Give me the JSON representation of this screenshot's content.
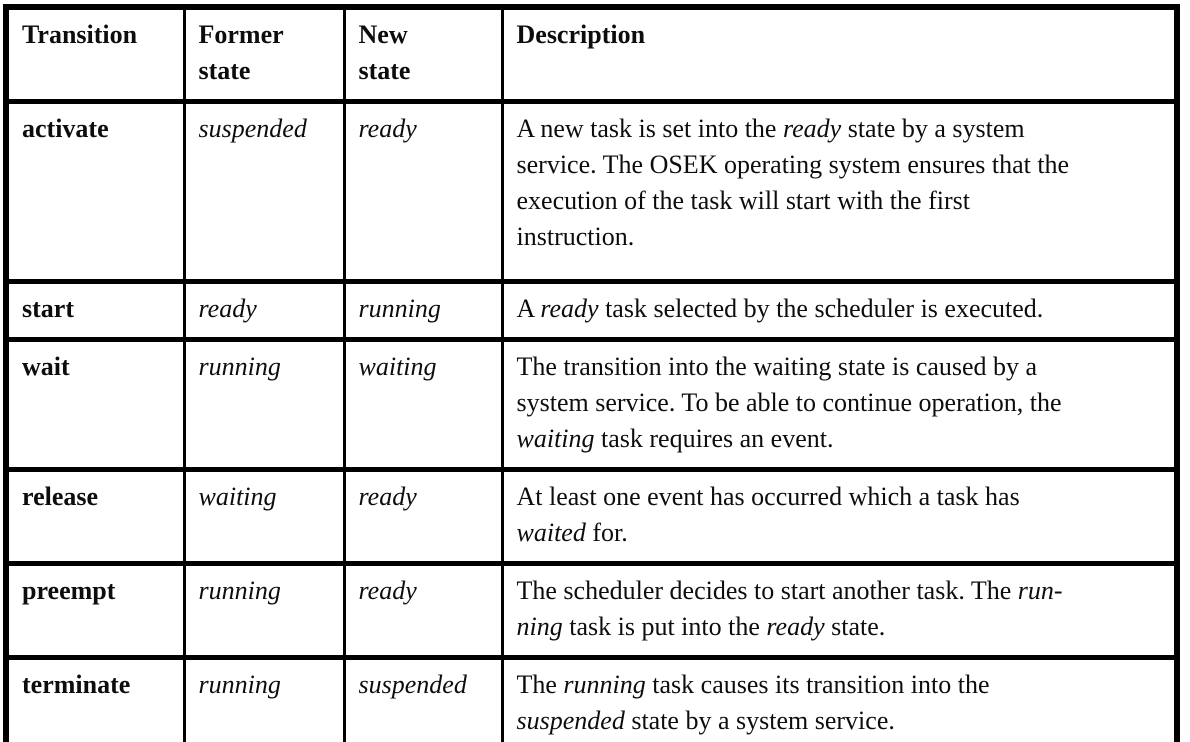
{
  "table": {
    "headers": [
      "Transition",
      "Former\nstate",
      "New\nstate",
      "Description"
    ],
    "rows": [
      {
        "transition": "activate",
        "former_state": "suspended",
        "new_state": "ready",
        "description": [
          {
            "t": "A new task is set into the "
          },
          {
            "t": "ready",
            "i": true
          },
          {
            "t": " state by a system"
          },
          {
            "br": true
          },
          {
            "t": "service. The OSEK operating system ensures that the"
          },
          {
            "br": true
          },
          {
            "t": "execution of the task will start with the first"
          },
          {
            "br": true
          },
          {
            "t": "instruction."
          }
        ]
      },
      {
        "transition": "start",
        "former_state": "ready",
        "new_state": "running",
        "description": [
          {
            "t": "A "
          },
          {
            "t": "ready",
            "i": true
          },
          {
            "t": " task selected by the scheduler is executed."
          }
        ]
      },
      {
        "transition": "wait",
        "former_state": "running",
        "new_state": "waiting",
        "description": [
          {
            "t": "The transition into the waiting state is caused by a"
          },
          {
            "br": true
          },
          {
            "t": "system service. To be able to continue operation, the"
          },
          {
            "br": true
          },
          {
            "t": "waiting",
            "i": true
          },
          {
            "t": " task requires an event."
          }
        ]
      },
      {
        "transition": "release",
        "former_state": "waiting",
        "new_state": "ready",
        "description": [
          {
            "t": "At least one event has occurred which a task has"
          },
          {
            "br": true
          },
          {
            "t": "waited",
            "i": true
          },
          {
            "t": " for."
          }
        ]
      },
      {
        "transition": "preempt",
        "former_state": "running",
        "new_state": "ready",
        "description": [
          {
            "t": "The scheduler decides to start another task. The "
          },
          {
            "t": "run-",
            "i": true
          },
          {
            "br": true
          },
          {
            "t": "ning",
            "i": true
          },
          {
            "t": " task is put into the "
          },
          {
            "t": "ready",
            "i": true
          },
          {
            "t": " state."
          }
        ]
      },
      {
        "transition": "terminate",
        "former_state": "running",
        "new_state": "suspended",
        "description": [
          {
            "t": "The "
          },
          {
            "t": "running",
            "i": true
          },
          {
            "t": " task causes its transition into the"
          },
          {
            "br": true
          },
          {
            "t": "suspended",
            "i": true
          },
          {
            "t": " state by a system service."
          }
        ]
      }
    ]
  },
  "colors": {
    "border": "#000000",
    "text": "#0d0d0d",
    "background": "#ffffff"
  }
}
